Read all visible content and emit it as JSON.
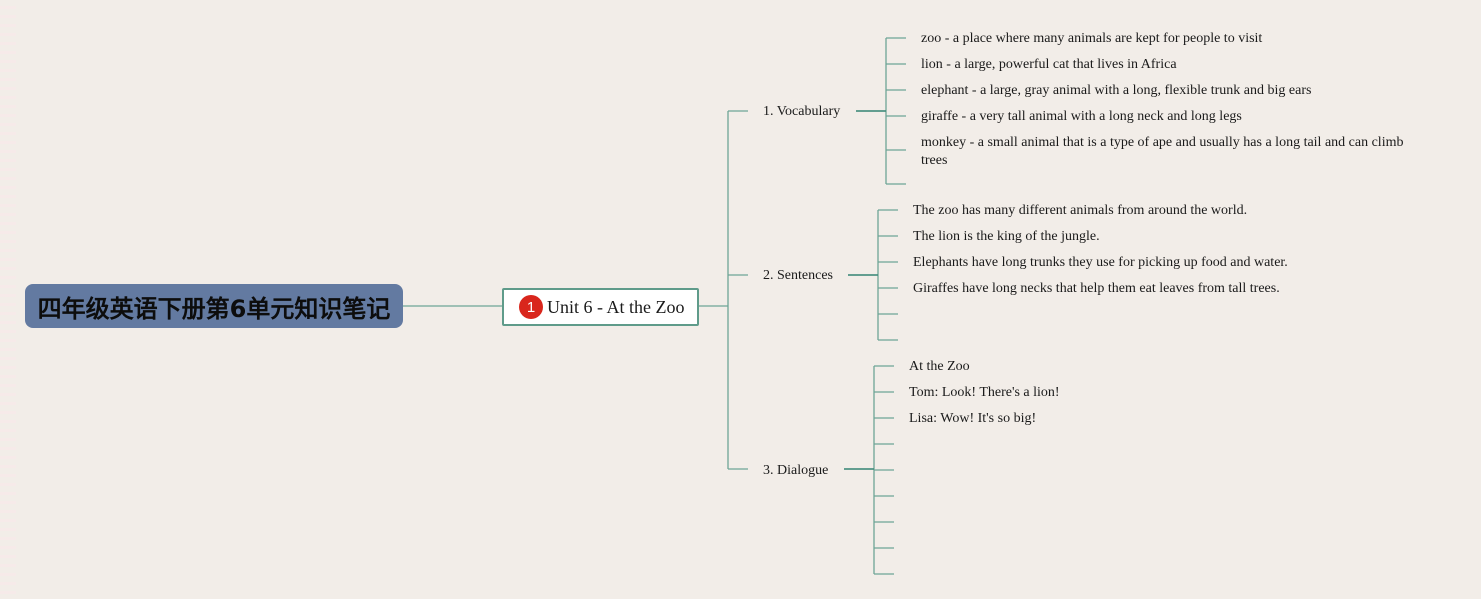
{
  "root": {
    "title": "四年级英语下册第6单元知识笔记"
  },
  "main_topic": {
    "badge": "1",
    "label": "Unit 6 - At the Zoo"
  },
  "branches": [
    {
      "label": "1. Vocabulary",
      "items": [
        "zoo - a place where many animals are kept for people to visit",
        "lion - a large, powerful cat that lives in Africa",
        "elephant - a large, gray animal with a long, flexible trunk and big ears",
        "giraffe - a very tall animal with a long neck and long legs",
        "monkey - a small animal that is a type of ape and usually has a long tail and can climb trees"
      ]
    },
    {
      "label": "2. Sentences",
      "items": [
        "The zoo has many different animals from around the world.",
        "The lion is the king of the jungle.",
        "Elephants have long trunks they use for picking up food and water.",
        "Giraffes have long necks that help them eat leaves from tall trees."
      ]
    },
    {
      "label": "3. Dialogue",
      "items": [
        "At the Zoo",
        "Tom: Look! There's a lion!",
        "Lisa: Wow! It's so big!"
      ]
    }
  ],
  "colors": {
    "background": "#f2ede8",
    "root_fill": "#637aa1",
    "link": "#5f9b8a",
    "badge": "#d9261c"
  }
}
